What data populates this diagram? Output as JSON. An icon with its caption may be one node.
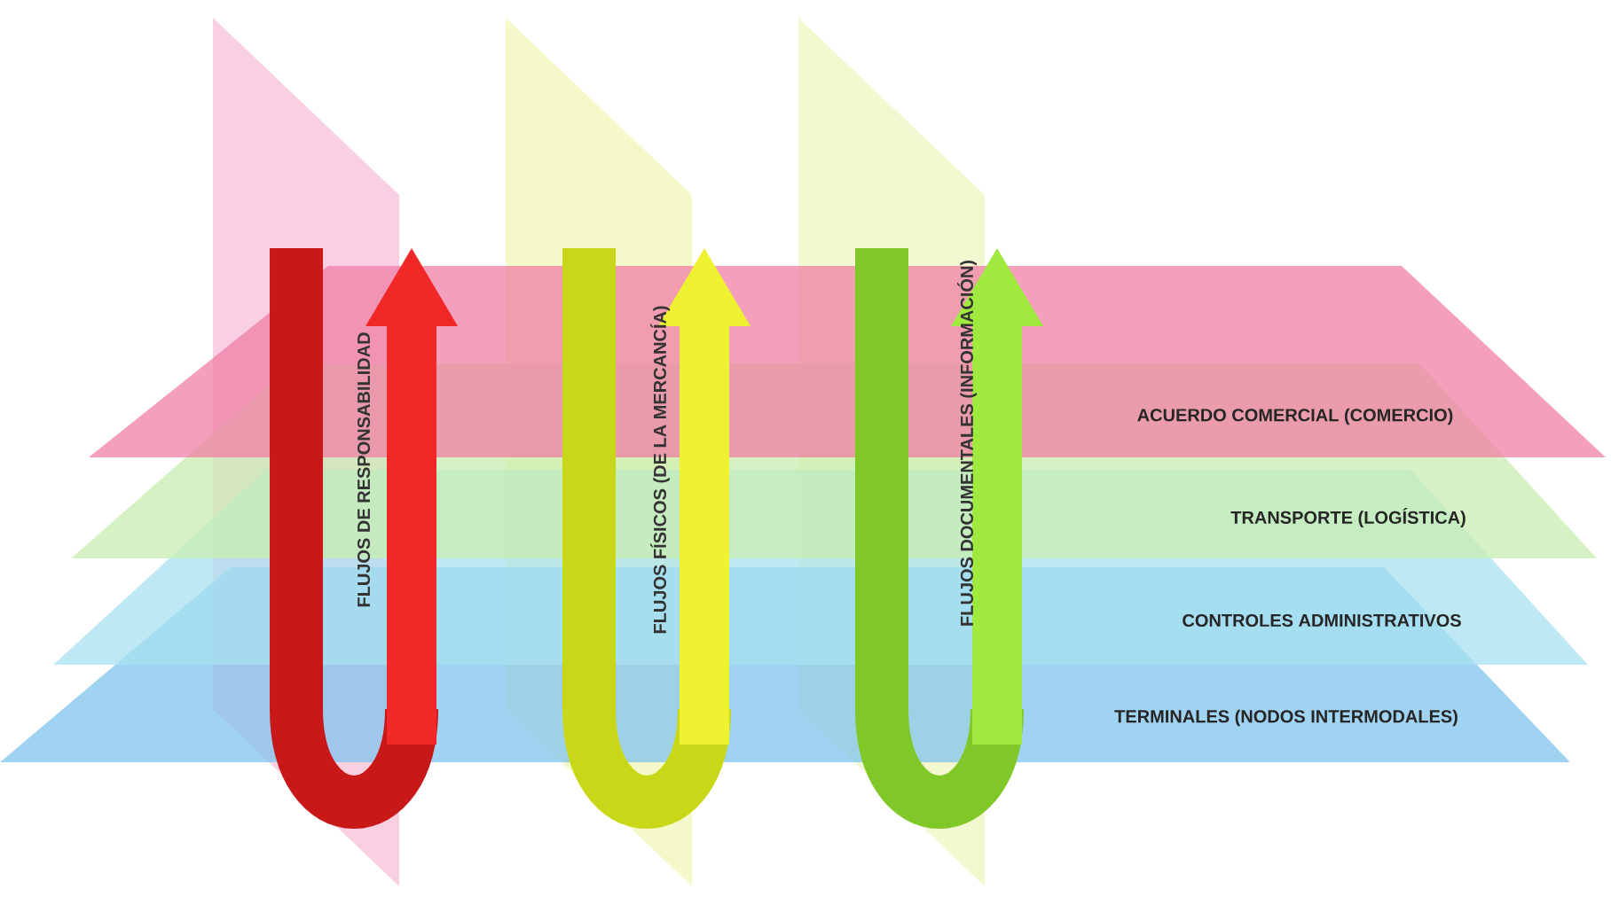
{
  "diagram": {
    "nodes": [
      {
        "text": [
          "FLUJOS DE RESPONSABILIDAD"
        ]
      },
      {
        "text": [
          "FLUJOS FÍSICOS (DE LA MERCANCÍA)"
        ]
      },
      {
        "text": [
          "FLUJOS DOCUMENTALES (INFORMACIÓN)"
        ]
      },
      {
        "text": [
          "ACUERDO COMERCIAL (COMERCIO)"
        ]
      },
      {
        "text": [
          "TRANSPORTE (LOGÍSTICA)"
        ]
      },
      {
        "text": [
          "CONTROLES ADMINISTRATIVOS"
        ]
      },
      {
        "text": [
          "TERMINALES (NODOS INTERMODALES)"
        ]
      }
    ]
  }
}
